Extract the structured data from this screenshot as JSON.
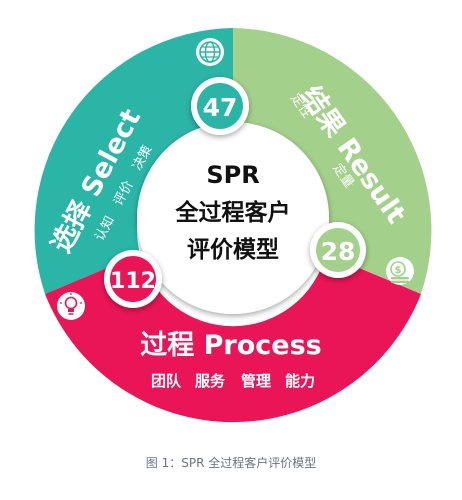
{
  "center": {
    "line1": "SPR",
    "line2": "全过程客户",
    "line3": "评价模型"
  },
  "select": {
    "title": "选择 Select",
    "sub1": "认知",
    "sub2": "评价",
    "sub3": "决策",
    "badge": "47",
    "color": "#2bb5a6"
  },
  "result": {
    "title": "结果 Result",
    "sub1": "定性",
    "sub2": "定量",
    "badge": "28",
    "color": "#a3d08a"
  },
  "process": {
    "title": "过程 Process",
    "items": [
      "团队",
      "服务",
      "管理",
      "能力"
    ],
    "badge": "112",
    "color": "#ea1557"
  },
  "caption": "图 1：SPR 全过程客户评价模型",
  "icons": {
    "globe": "globe-icon",
    "money": "money-coins-icon",
    "bulb": "lightbulb-icon"
  }
}
